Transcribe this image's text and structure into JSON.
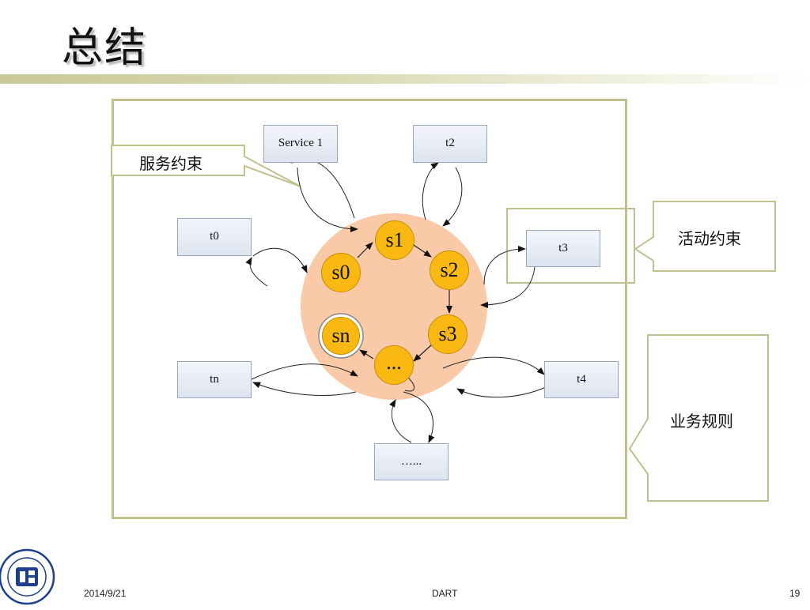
{
  "slide": {
    "title": "总结",
    "footer": {
      "date": "2014/9/21",
      "center": "DART",
      "page": "19"
    }
  },
  "callouts": {
    "service": "服务约束",
    "activity": "活动约束",
    "business": "业务规则"
  },
  "tasks": {
    "service1": "Service 1",
    "t2": "t2",
    "t0": "t0",
    "t3": "t3",
    "tn": "tn",
    "t4": "t4",
    "more": "…..."
  },
  "states": {
    "s0": "s0",
    "s1": "s1",
    "s2": "s2",
    "s3": "s3",
    "sn": "sn",
    "dots": "..."
  },
  "colors": {
    "frame": "#c3c08f",
    "state_circle_bg": "#f9c9a8",
    "state_fill": "#f9b812",
    "task_box": "#e4e8f2"
  }
}
